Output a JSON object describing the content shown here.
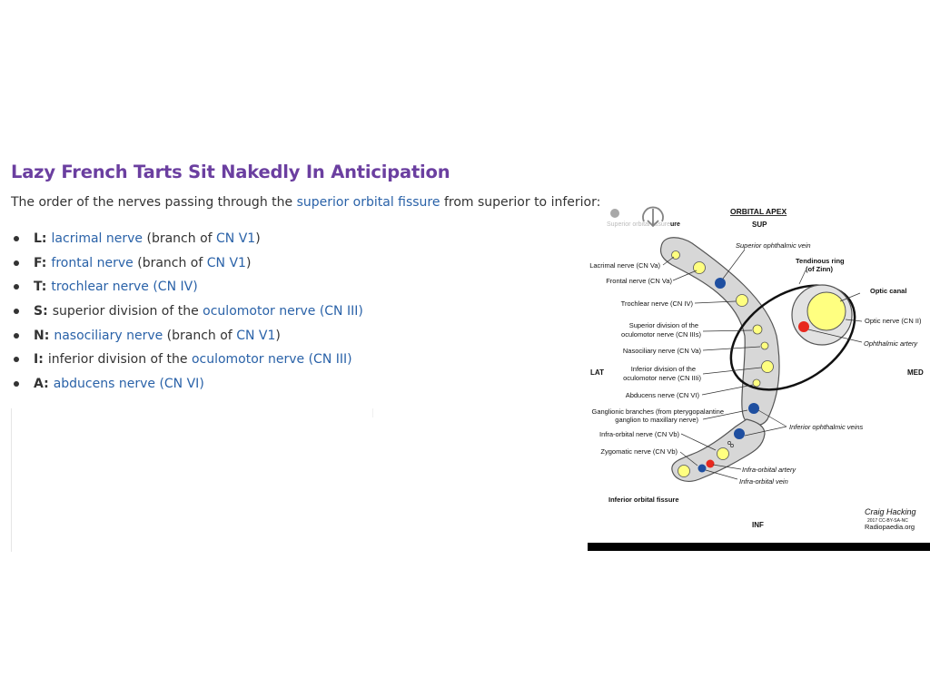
{
  "heading": "Lazy French Tarts Sit Nakedly In Anticipation",
  "intro": {
    "before": "The order of the nerves passing through the ",
    "link": "superior orbital fissure",
    "after": " from superior to inferior:"
  },
  "nerves": [
    {
      "letter": "L:",
      "link": "lacrimal nerve",
      "mid": " (branch of ",
      "link2": "CN V1",
      "end": ")"
    },
    {
      "letter": "F:",
      "link": "frontal nerve",
      "mid": " (branch of ",
      "link2": "CN V1",
      "end": ")"
    },
    {
      "letter": "T:",
      "link": "trochlear nerve (CN IV)"
    },
    {
      "letter": "S:",
      "pre": "superior division of the ",
      "link": "oculomotor nerve (CN III)"
    },
    {
      "letter": "N:",
      "link": "nasociliary nerve",
      "mid": " (branch of ",
      "link2": "CN V1",
      "end": ")"
    },
    {
      "letter": "I:",
      "pre": "inferior division of the ",
      "link": "oculomotor nerve (CN III)"
    },
    {
      "letter": "A:",
      "link": "abducens nerve (CN VI)"
    }
  ],
  "diagram": {
    "title": "ORBITAL APEX",
    "sup": "SUP",
    "inf": "INF",
    "lat": "LAT",
    "med": "MED",
    "sof_label_faded": "Superior orbital fissure",
    "sof_label_visible": "ure",
    "labels": {
      "lacrimal": "Lacrimal nerve (CN Va)",
      "frontal": "Frontal nerve (CN Va)",
      "trochlear": "Trochlear nerve (CN IV)",
      "sup_div_1": "Superior division of the",
      "sup_div_2": "oculomotor nerve (CN IIIs)",
      "nasociliary": "Nasociliary nerve (CN Va)",
      "inf_div_1": "Inferior division of the",
      "inf_div_2": "oculomotor nerve (CN IIIi)",
      "abducens": "Abducens nerve (CN VI)",
      "ganglionic_1": "Ganglionic branches (from pterygopalantine",
      "ganglionic_2": "ganglion to maxillary nerve)",
      "infraorbital_nerve": "Infra-orbital nerve (CN Vb)",
      "zygomatic": "Zygomatic nerve (CN Vb)",
      "inferior_fissure": "Inferior orbital fissure",
      "sup_ophth_vein": "Superior ophthalmic vein",
      "tendinous_1": "Tendinous ring",
      "tendinous_2": "(of Zinn)",
      "optic_canal": "Optic canal",
      "optic_nerve": "Optic nerve (CN II)",
      "ophthalmic_artery": "Ophthalmic artery",
      "inf_ophth_veins": "Inferior ophthalmic veins",
      "infra_orbital_artery": "Infra-orbital artery",
      "infra_orbital_vein": "Infra-orbital vein"
    },
    "credit": {
      "signature": "Craig Hacking",
      "license": "2017 CC-BY-SA-NC",
      "site": "Radiopaedia.org"
    },
    "colors": {
      "nerve": "#ffff80",
      "vein": "#1f4fa0",
      "artery": "#e8281e",
      "fissure": "#d7d7d7"
    }
  },
  "colors": {
    "heading": "#6b3fa0",
    "link": "#2a62a8",
    "text": "#333333"
  }
}
